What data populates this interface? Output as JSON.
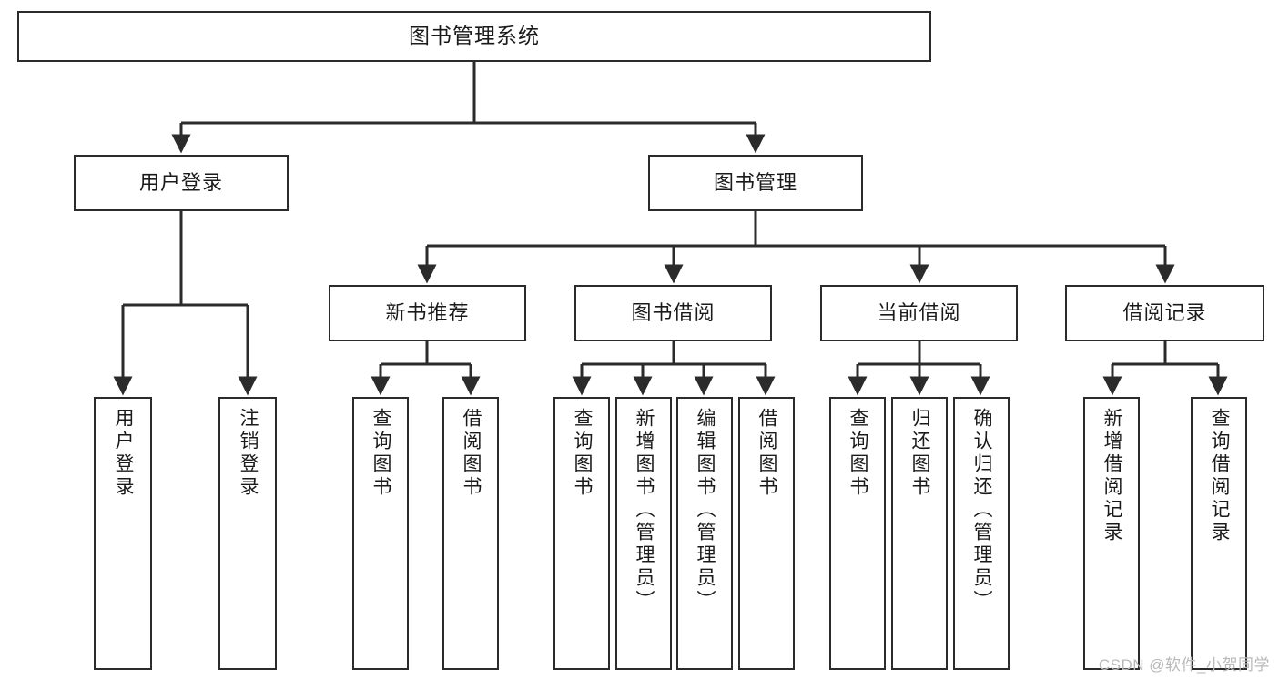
{
  "diagram": {
    "type": "tree-hierarchy",
    "title": "图书管理系统",
    "watermark": "CSDN @软件_小贺同学",
    "colors": {
      "box_border": "#2b2b2b",
      "box_fill": "#ffffff",
      "connector": "#2b2b2b",
      "text": "#1a1a1a",
      "watermark": "#b9b9b9",
      "background": "#ffffff"
    },
    "nodes": {
      "root": {
        "label": "图书管理系统"
      },
      "level1": [
        {
          "label": "用户登录"
        },
        {
          "label": "图书管理"
        }
      ],
      "level2": [
        {
          "label": "新书推荐"
        },
        {
          "label": "图书借阅"
        },
        {
          "label": "当前借阅"
        },
        {
          "label": "借阅记录"
        }
      ],
      "leaves_user_login": [
        {
          "label": "用户登录"
        },
        {
          "label": "注销登录"
        }
      ],
      "leaves_new_book": [
        {
          "label": "查询图书"
        },
        {
          "label": "借阅图书"
        }
      ],
      "leaves_borrow": [
        {
          "label": "查询图书"
        },
        {
          "label": "新增图书（管理员）"
        },
        {
          "label": "编辑图书（管理员）"
        },
        {
          "label": "借阅图书"
        }
      ],
      "leaves_current": [
        {
          "label": "查询图书"
        },
        {
          "label": "归还图书"
        },
        {
          "label": "确认归还（管理员）"
        }
      ],
      "leaves_records": [
        {
          "label": "新增借阅记录"
        },
        {
          "label": "查询借阅记录"
        }
      ]
    }
  }
}
